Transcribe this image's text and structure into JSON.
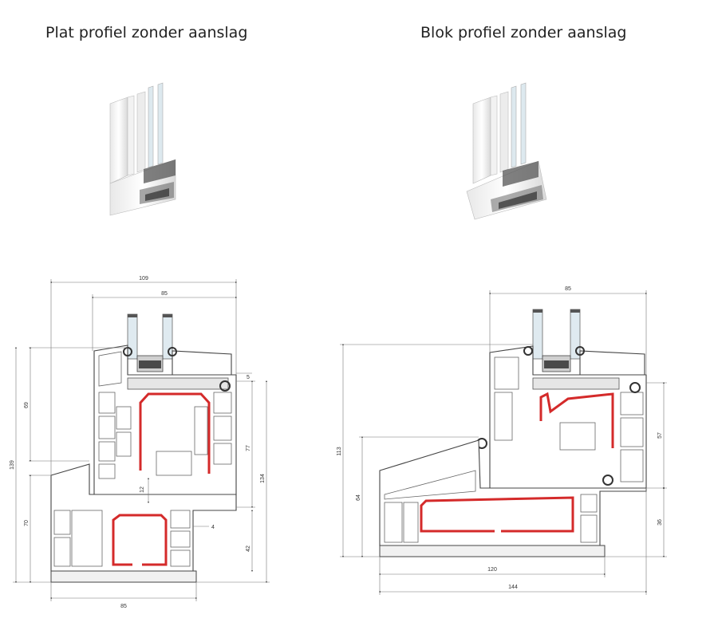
{
  "titles": {
    "left": "Plat profiel zonder aanslag",
    "right": "Blok profiel zonder aanslag"
  },
  "profiles": {
    "left": {
      "dims": {
        "overall_width": "109",
        "sash_width": "85",
        "frame_depth_bottom": "85",
        "sash_height": "69",
        "total_height": "139",
        "frame_height": "70",
        "inner_height": "77",
        "right_height": "134",
        "small_offset": "5",
        "gap": "12",
        "step": "4",
        "frame_right": "42"
      }
    },
    "right": {
      "dims": {
        "sash_width": "85",
        "total_height": "113",
        "frame_height": "64",
        "inner_height": "57",
        "frame_right": "36",
        "frame_depth": "120",
        "overall_width": "144"
      }
    }
  },
  "colors": {
    "reinforcement": "#d42a2a",
    "profile": "#ffffff",
    "outline": "#444444",
    "glass": "#cfe3ee",
    "gasket": "#333333"
  }
}
